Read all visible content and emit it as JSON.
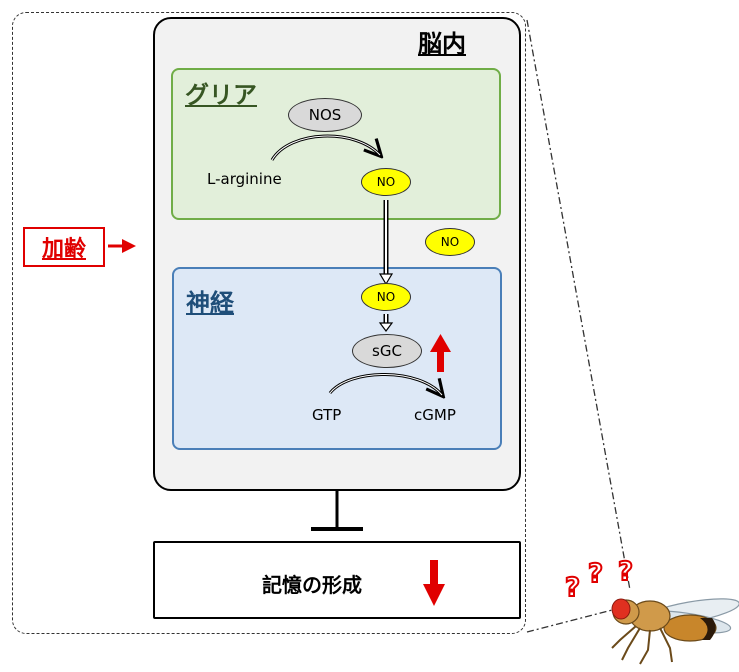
{
  "labels": {
    "brain": "脳内",
    "glia": "グリア",
    "neuron": "神経",
    "aging": "加齢",
    "memory": "記憶の形成",
    "nos": "NOS",
    "l_arginine": "L-arginine",
    "no_glia": "NO",
    "no_free": "NO",
    "no_neuron": "NO",
    "sgc": "sGC",
    "gtp": "GTP",
    "cgmp": "cGMP",
    "question_marks": "???"
  },
  "colors": {
    "glia_fill": "#e2efda",
    "glia_border": "#70ad47",
    "glia_heading": "#375623",
    "neuron_fill": "#dde8f6",
    "neuron_border": "#4a7fb8",
    "neuron_heading": "#1f4e79",
    "no_fill": "#ffff00",
    "enzyme_fill": "#d9d9d9",
    "highlight_red": "#e00000"
  }
}
